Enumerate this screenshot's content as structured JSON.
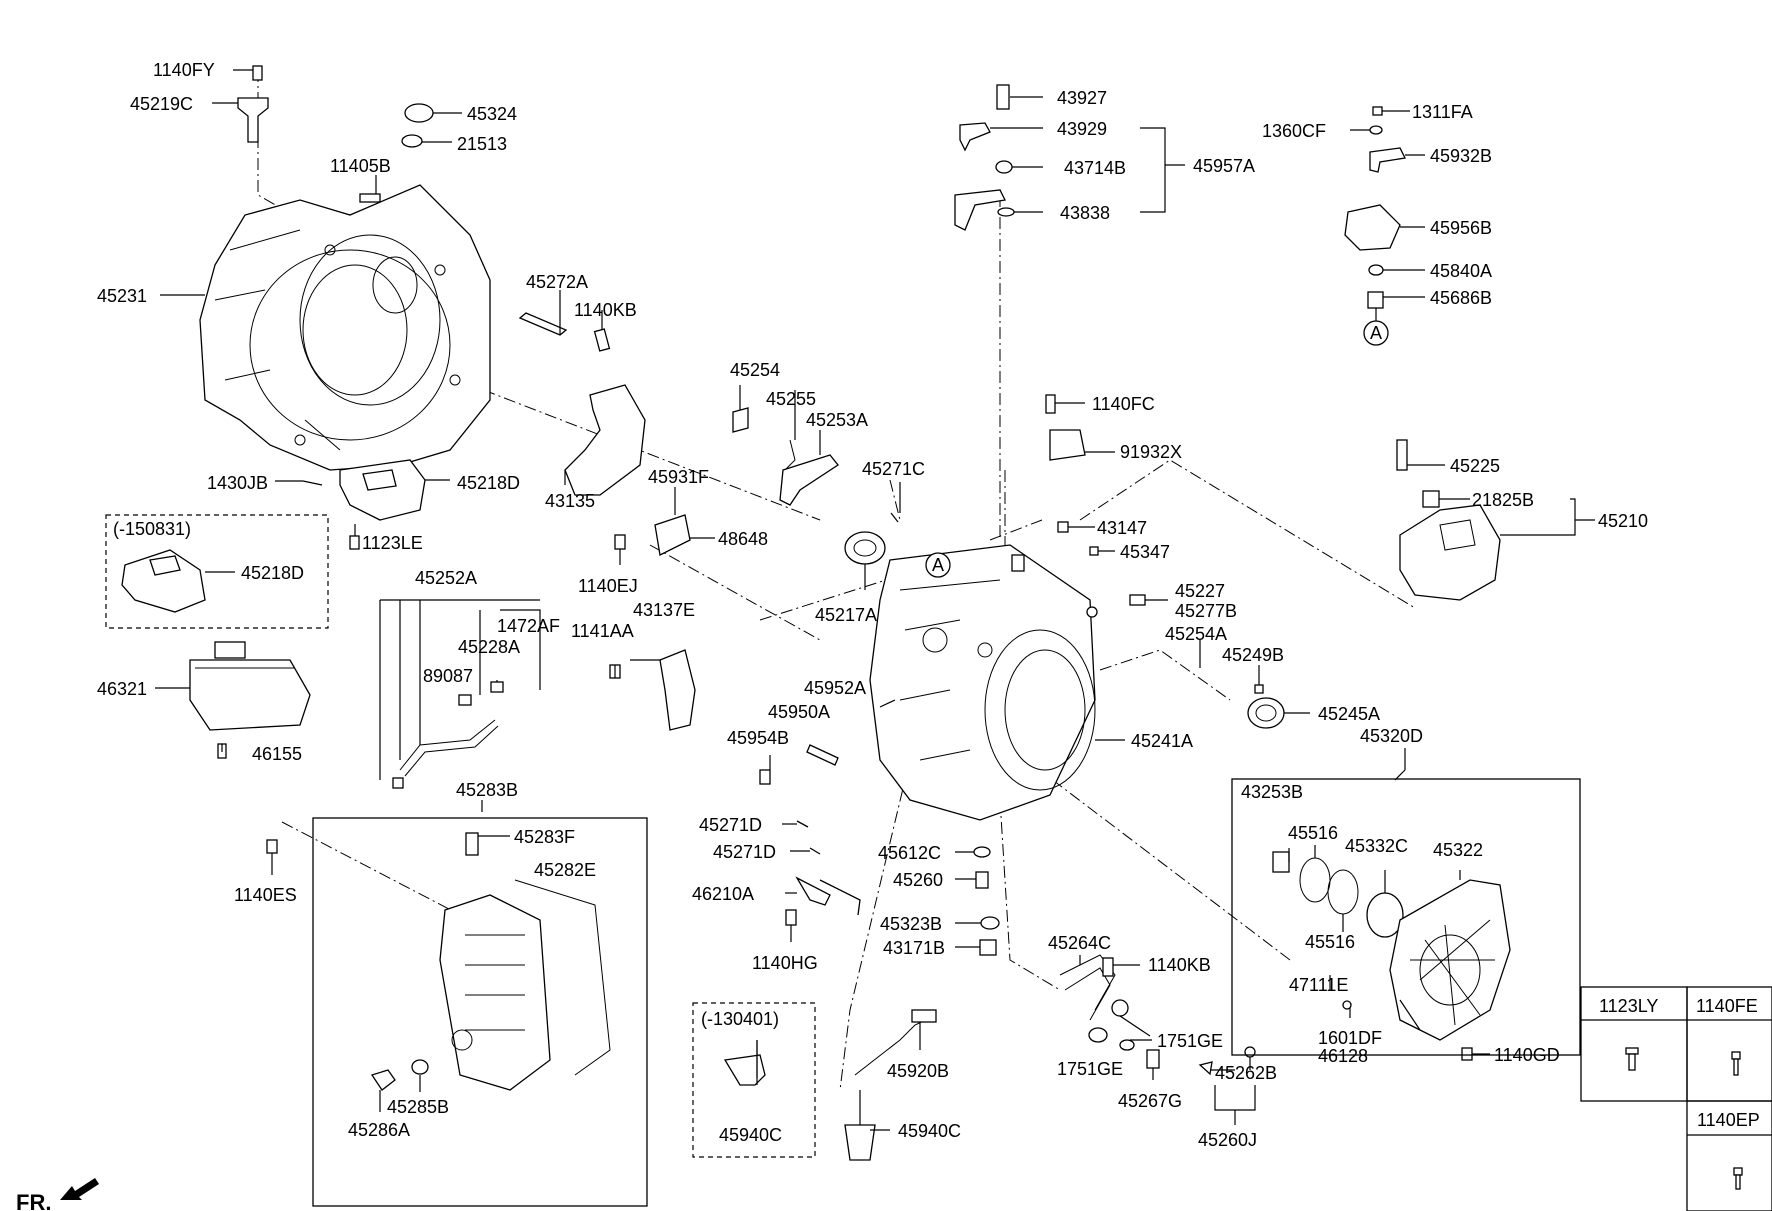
{
  "labels": {
    "l1140FY": "1140FY",
    "l45219C": "45219C",
    "l45324": "45324",
    "l21513": "21513",
    "l11405B": "11405B",
    "l45231": "45231",
    "l45272A": "45272A",
    "l1140KB_top": "1140KB",
    "l1430JB": "1430JB",
    "l45218D_top": "45218D",
    "l1123LE": "1123LE",
    "l150831": "(-150831)",
    "l45218D_box": "45218D",
    "l46321": "46321",
    "l46155": "46155",
    "l43135": "43135",
    "l45254": "45254",
    "l45255": "45255",
    "l45253A": "45253A",
    "l45931F": "45931F",
    "l48648": "48648",
    "l1140EJ": "1140EJ",
    "l45271C": "45271C",
    "l45217A": "45217A",
    "l43927": "43927",
    "l43929": "43929",
    "l43714B": "43714B",
    "l45957A": "45957A",
    "l43838": "43838",
    "l1311FA": "1311FA",
    "l1360CF": "1360CF",
    "l45932B": "45932B",
    "l45956B": "45956B",
    "l45840A": "45840A",
    "l45686B": "45686B",
    "lA_top": "A",
    "lA_mid": "A",
    "l1140FC": "1140FC",
    "l91932X": "91932X",
    "l45225": "45225",
    "l21825B": "21825B",
    "l45210": "45210",
    "l43147": "43147",
    "l45347": "45347",
    "l45227": "45227",
    "l45277B": "45277B",
    "l45254A": "45254A",
    "l45249B": "45249B",
    "l45245A": "45245A",
    "l45252A": "45252A",
    "l1472AF": "1472AF",
    "l45228A": "45228A",
    "l89087": "89087",
    "l1141AA": "1141AA",
    "l43137E": "43137E",
    "l45952A": "45952A",
    "l45950A": "45950A",
    "l45954B": "45954B",
    "l45241A": "45241A",
    "l45320D": "45320D",
    "l45283B": "45283B",
    "l45283F": "45283F",
    "l45282E": "45282E",
    "l1140ES": "1140ES",
    "l45285B": "45285B",
    "l45286A": "45286A",
    "l45271D_1": "45271D",
    "l45271D_2": "45271D",
    "l46210A": "46210A",
    "l1140HG": "1140HG",
    "l45612C": "45612C",
    "l45260": "45260",
    "l45323B": "45323B",
    "l43171B": "43171B",
    "l130401": "(-130401)",
    "l45940C_box": "45940C",
    "l45920B": "45920B",
    "l45940C": "45940C",
    "l45264C": "45264C",
    "l1140KB_mid": "1140KB",
    "l1751GE_1": "1751GE",
    "l1751GE_2": "1751GE",
    "l45267G": "45267G",
    "l45262B": "45262B",
    "l45260J": "45260J",
    "l43253B": "43253B",
    "l45516_1": "45516",
    "l45332C": "45332C",
    "l45322": "45322",
    "l45516_2": "45516",
    "l47111E": "47111E",
    "l1601DF": "1601DF",
    "l46128": "46128",
    "l1140GD": "1140GD",
    "lFR": "FR."
  },
  "legend_table": {
    "headers": [
      "1123LY",
      "1140FE"
    ],
    "bottom_header": "1140EP"
  }
}
